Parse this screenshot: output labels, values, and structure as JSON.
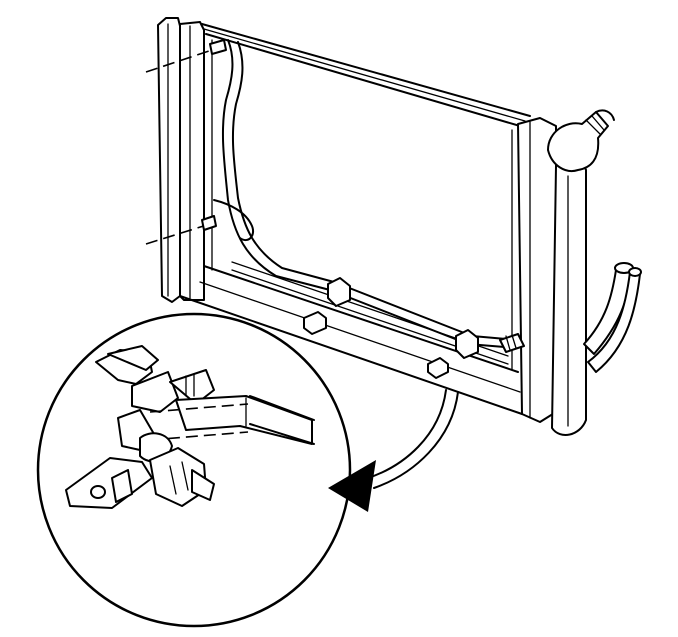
{
  "figure": {
    "components": {
      "radiator": "radiator-core-and-tanks",
      "left_tank": "left-side-tank",
      "right_tank": "right-side-tank",
      "filler_neck": "upper-hose-inlet",
      "outlet_hoses": "lower-transmission-cooler-lines",
      "wire_harness": "routed-wire-harness",
      "retaining_clips": "harness-retaining-clips",
      "fasteners": "mounting-bolts",
      "detail_view": "clip-detail-magnified",
      "pointer": "detail-callout-arrow"
    },
    "colors": {
      "line": "#000000",
      "background": "#ffffff"
    }
  }
}
